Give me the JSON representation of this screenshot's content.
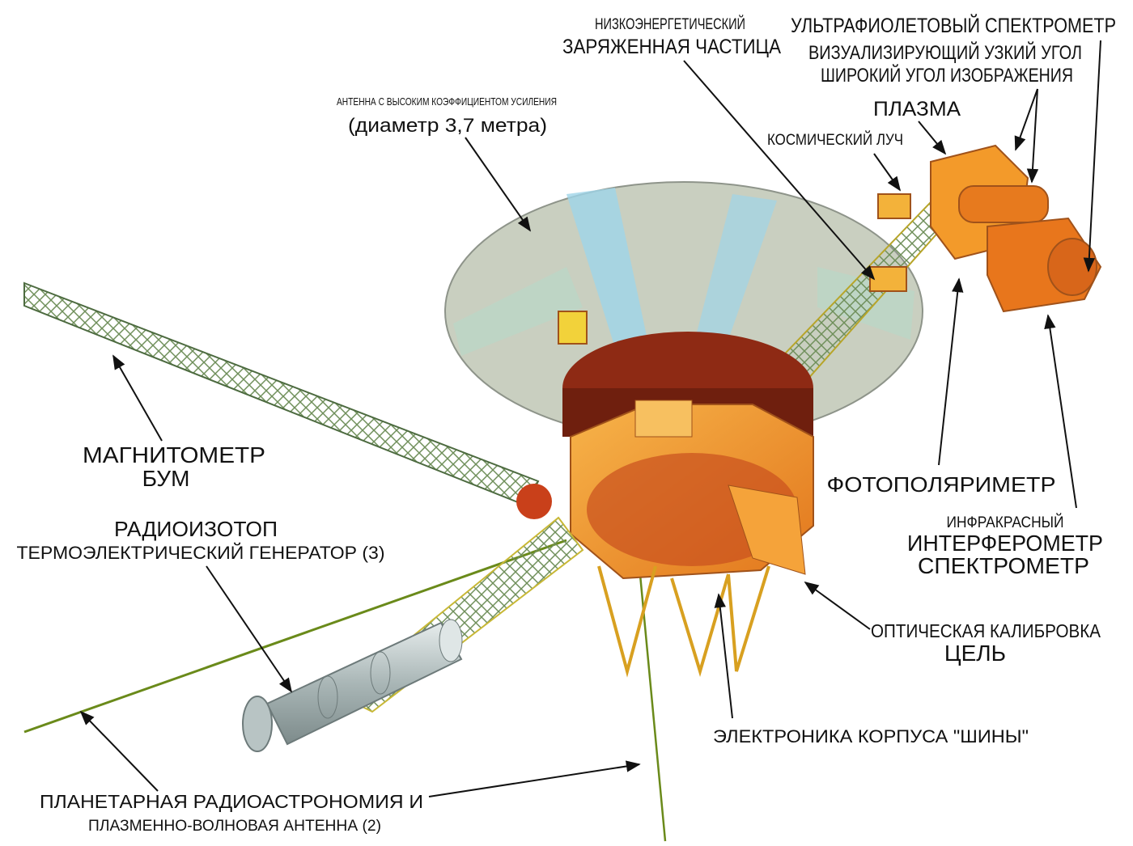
{
  "title": "Voyager spacecraft components",
  "labels": {
    "low_energy": "НИЗКОЭНЕРГЕТИЧЕСКИЙ",
    "charged_particle": "ЗАРЯЖЕННАЯ ЧАСТИЦА",
    "uv_spectrometer": "УЛЬТРАФИОЛЕТОВЫЙ СПЕКТРОМЕТР",
    "narrow_angle": "ВИЗУАЛИЗИРУЮЩИЙ УЗКИЙ УГОЛ",
    "wide_angle": "ШИРОКИЙ УГОЛ ИЗОБРАЖЕНИЯ",
    "plasma": "ПЛАЗМА",
    "cosmic_ray": "КОСМИЧЕСКИЙ ЛУЧ",
    "hga": "АНТЕННА С ВЫСОКИМ КОЭФФИЦИЕНТОМ УСИЛЕНИЯ",
    "hga_diameter": "(диаметр 3,7 метра)",
    "magnetometer": "МАГНИТОМЕТР",
    "boom": "БУМ",
    "radioisotope": "РАДИОИЗОТОП",
    "rtg": "ТЕРМОЭЛЕКТРИЧЕСКИЙ ГЕНЕРАТОР (3)",
    "photopolarimeter": "ФОТОПОЛЯРИМЕТР",
    "infrared": "ИНФРАКРАСНЫЙ",
    "interferometer": "ИНТЕРФЕРОМЕТР",
    "spectrometer": "СПЕКТРОМЕТР",
    "optical_calibration": "ОПТИЧЕСКАЯ КАЛИБРОВКА",
    "target": "ЦЕЛЬ",
    "bus_electronics": "ЭЛЕКТРОНИКА КОРПУСА \"ШИНЫ\"",
    "radio_astronomy": "ПЛАНЕТАРНАЯ РАДИОАСТРОНОМИЯ И",
    "plasma_wave_antenna": "ПЛАЗМЕННО-ВОЛНОВАЯ АНТЕННА (2)"
  },
  "colors": {
    "dish": "#c9cfc0",
    "dish_blue": "#9fd4e8",
    "bus_orange": "#f39a2a",
    "drum_red": "#8e2a14",
    "truss": "#c8b836",
    "antenna_green": "#6a8a1a"
  }
}
